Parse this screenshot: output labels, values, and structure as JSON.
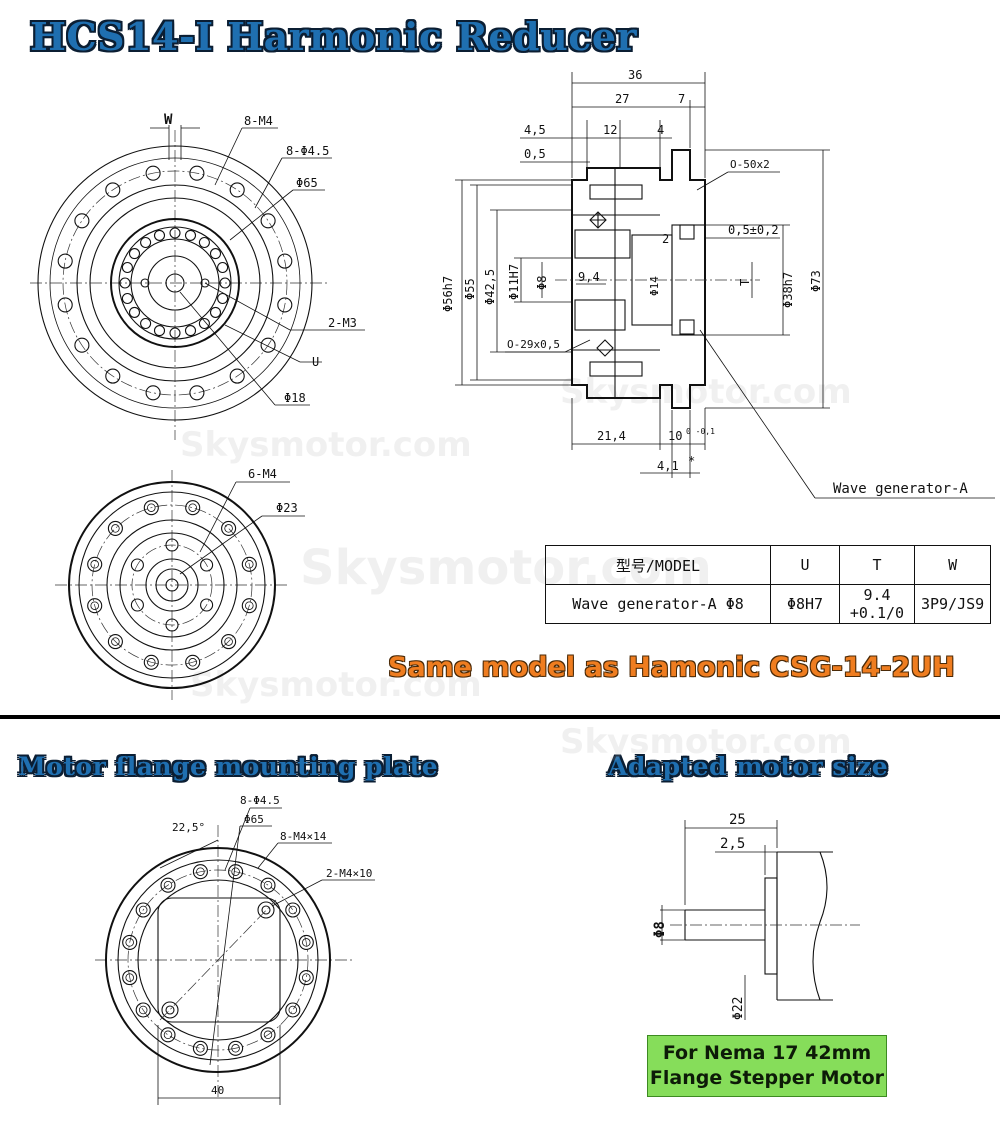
{
  "titles": {
    "main": "HCS14-I Harmonic Reducer",
    "flange": "Motor flange mounting plate",
    "motor": "Adapted motor size"
  },
  "watermark": "Skysmotor.com",
  "banner": "Same model as Hamonic CSG-14-2UH",
  "nema": {
    "line1": "For Nema 17 42mm",
    "line2": "Flange Stepper Motor"
  },
  "front_view": {
    "w": "W",
    "m4": "8-M4",
    "hole45": "8-Φ4.5",
    "d65": "Φ65",
    "m3": "2-M3",
    "u": "U",
    "d18": "Φ18"
  },
  "rear_view": {
    "m4": "6-M4",
    "d23": "Φ23"
  },
  "section_view": {
    "d36": "36",
    "d27": "27",
    "d7": "7",
    "d45": "4,5",
    "d12": "12",
    "d4": "4",
    "d05": "0,5",
    "oring1": "O-50x2",
    "d2": "2",
    "d05pm": "0,5±0,2",
    "d56": "Φ56h7",
    "d55": "Φ55",
    "d425": "Φ42,5",
    "d11": "Φ11H7",
    "d8": "Φ8",
    "d94": "9,4",
    "d14": "Φ14",
    "dt": "T",
    "d38": "Φ38h7",
    "d73": "Φ73",
    "oring2": "O-29x0,5",
    "d214": "21,4",
    "d10": "10",
    "d10tol": "0\n-0,1",
    "d41": "4,1",
    "star": "*",
    "wg": "Wave generator-A"
  },
  "model_table": {
    "headers": [
      "型号/MODEL",
      "U",
      "T",
      "W"
    ],
    "rows": [
      [
        "Wave generator-A Φ8",
        "Φ8H7",
        "9.4 +0.1/0",
        "3P9/JS9"
      ]
    ]
  },
  "flange_plate": {
    "angle": "22,5°",
    "hole45": "8-Φ4.5",
    "d65": "Φ65",
    "m414": "8-M4×14",
    "m410": "2-M4×10",
    "w40": "40"
  },
  "motor_size": {
    "d25": "25",
    "d25s": "2,5",
    "d8": "Φ8",
    "d22": "Φ22"
  }
}
